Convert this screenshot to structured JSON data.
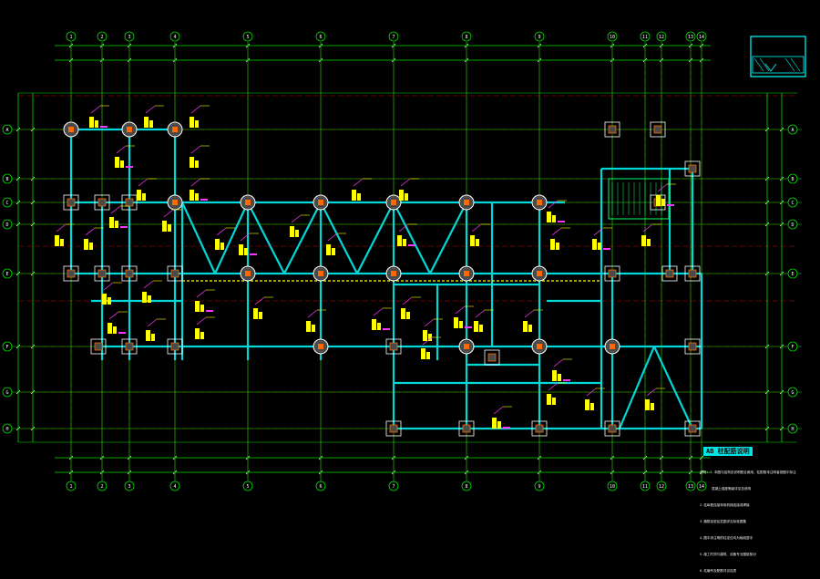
{
  "colors": {
    "background": "#000000",
    "grid_main": "#00e000",
    "grid_dashed": "#c80000",
    "beam": "#00d8d8",
    "column_fill": "#4a4a4a",
    "column_outline": "#ffffff",
    "rebar_text": "#ffff00",
    "leader_magenta": "#ff33ff",
    "inner_dim": "#00ff66"
  },
  "axis_labels": {
    "columns": [
      "1",
      "2",
      "3",
      "4",
      "5",
      "6",
      "7",
      "8",
      "9",
      "10",
      "11",
      "12",
      "13",
      "14"
    ],
    "rows": [
      "A",
      "B",
      "C",
      "D",
      "E",
      "F",
      "G",
      "H"
    ]
  },
  "notes": {
    "title": "AB 柱配筋说明",
    "lines": [
      "说明: 1.本图与结构总说明配合使用，柱配筋未注明者按图中标注",
      "      混凝土强度等级详见总说明",
      "2.柱纵筋连接采用机械连接或焊接",
      "3.箍筋加密区范围详见标准图集",
      "4.图中未注明的柱定位均为轴线居中",
      "5.施工时须与建筑、设备专业图纸核对",
      "6.柱编号及配筋详见柱表"
    ]
  }
}
